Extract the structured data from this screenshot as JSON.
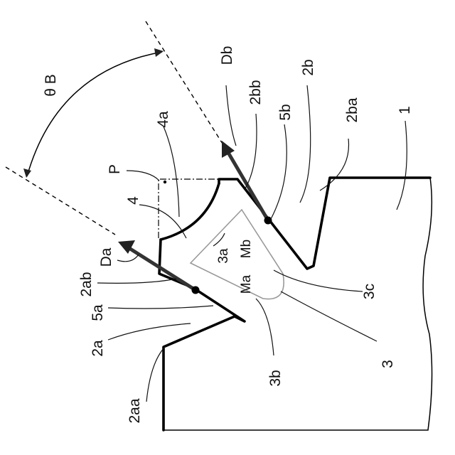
{
  "labels": {
    "theta_b": "θ B",
    "p": "P",
    "four_a": "4a",
    "four": "4",
    "db": "Db",
    "two_bb": "2bb",
    "two_b": "2b",
    "five_b": "5b",
    "two_ba": "2ba",
    "one": "1",
    "da": "Da",
    "two_ab": "2ab",
    "five_a": "5a",
    "two_a": "2a",
    "two_aa": "2aa",
    "three_a": "3a",
    "mb": "Mb",
    "ma": "Ma",
    "three_c": "3c",
    "three_b": "3b",
    "three": "3"
  },
  "colors": {
    "line": "#000000",
    "triangle": "#999999",
    "arrow": "#333333",
    "background": "#ffffff"
  }
}
